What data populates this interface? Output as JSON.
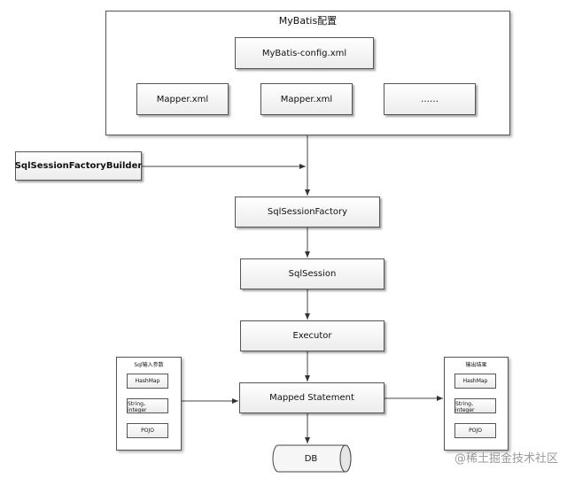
{
  "config": {
    "title": "MyBatis配置",
    "config_file": "MyBatis-config.xml",
    "mappers": [
      "Mapper.xml",
      "Mapper.xml",
      "……"
    ]
  },
  "builder": "SqlSessionFactoryBuilder",
  "flow": {
    "factory": "SqlSessionFactory",
    "session": "SqlSession",
    "executor": "Executor",
    "statement": "Mapped Statement",
    "db": "DB"
  },
  "input_params": {
    "title": "Sql输入参数",
    "items": [
      "HashMap",
      "String、integer",
      "POJO"
    ]
  },
  "output_results": {
    "title": "输出结果",
    "items": [
      "HashMap",
      "String、integer",
      "POJO"
    ]
  },
  "watermark": "@稀土掘金技术社区"
}
